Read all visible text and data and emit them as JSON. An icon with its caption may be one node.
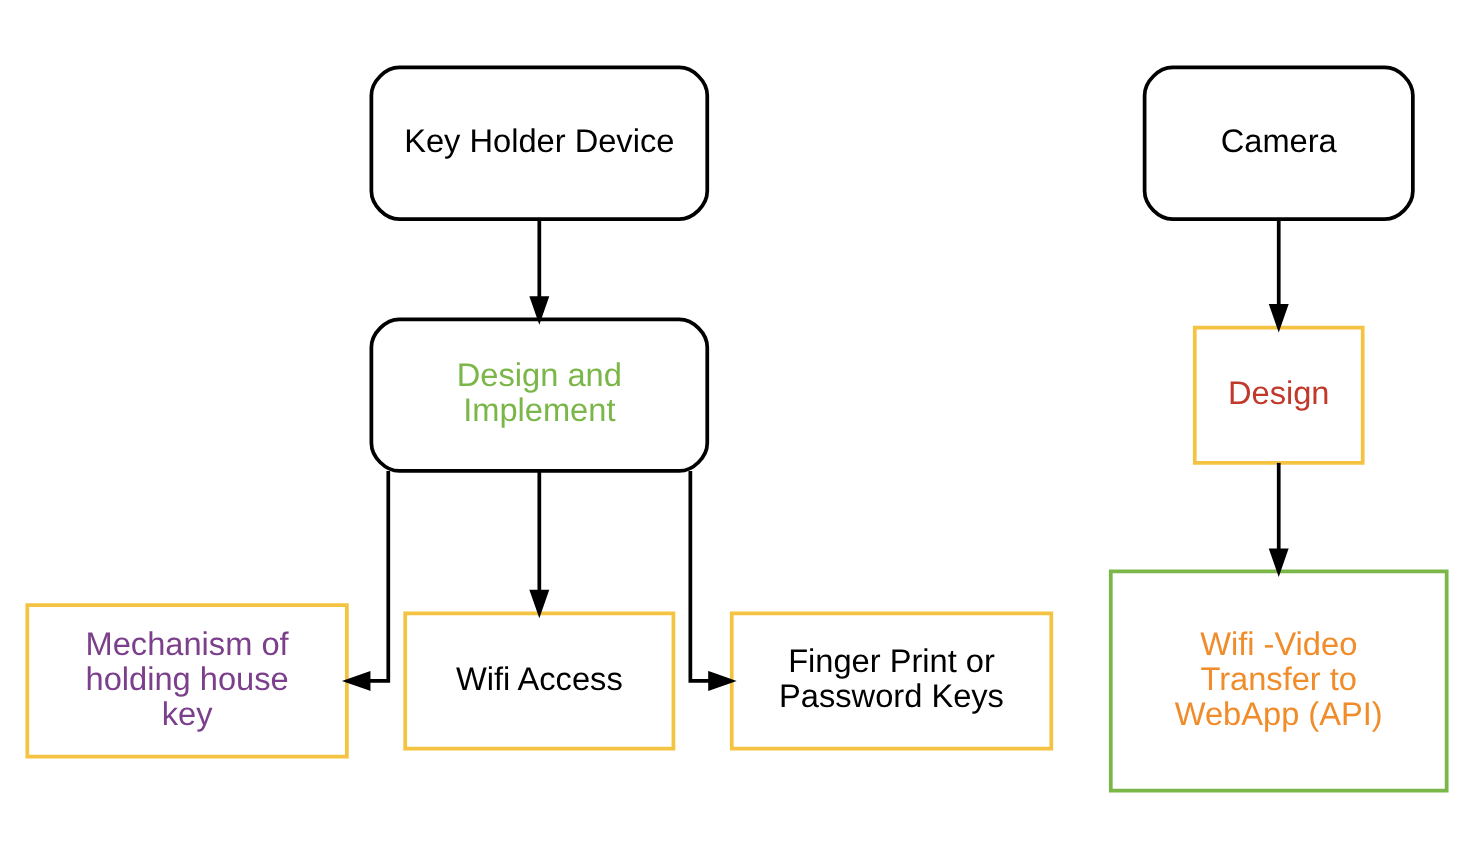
{
  "diagram": {
    "nodes": [
      {
        "text": [
          "Key Holder Device"
        ]
      },
      {
        "text": [
          "Design and Implement"
        ]
      },
      {
        "text": [
          "Mechanism of holding house key"
        ]
      },
      {
        "text": [
          "Wifi Access"
        ]
      },
      {
        "text": [
          "Finger Print or Password Keys"
        ]
      },
      {
        "text": [
          "Camera"
        ]
      },
      {
        "text": [
          "Design"
        ]
      },
      {
        "text": [
          "Wifi -Video Transfer to WebApp (API)"
        ]
      }
    ],
    "edges": [
      {
        "from": 0,
        "to": 1,
        "arrow": "to"
      },
      {
        "from": 1,
        "to": 2,
        "arrow": "to"
      },
      {
        "from": 1,
        "to": 3,
        "arrow": "to"
      },
      {
        "from": 1,
        "to": 4,
        "arrow": "to"
      },
      {
        "from": 5,
        "to": 6,
        "arrow": "to"
      },
      {
        "from": 6,
        "to": 7,
        "arrow": "to"
      }
    ]
  }
}
